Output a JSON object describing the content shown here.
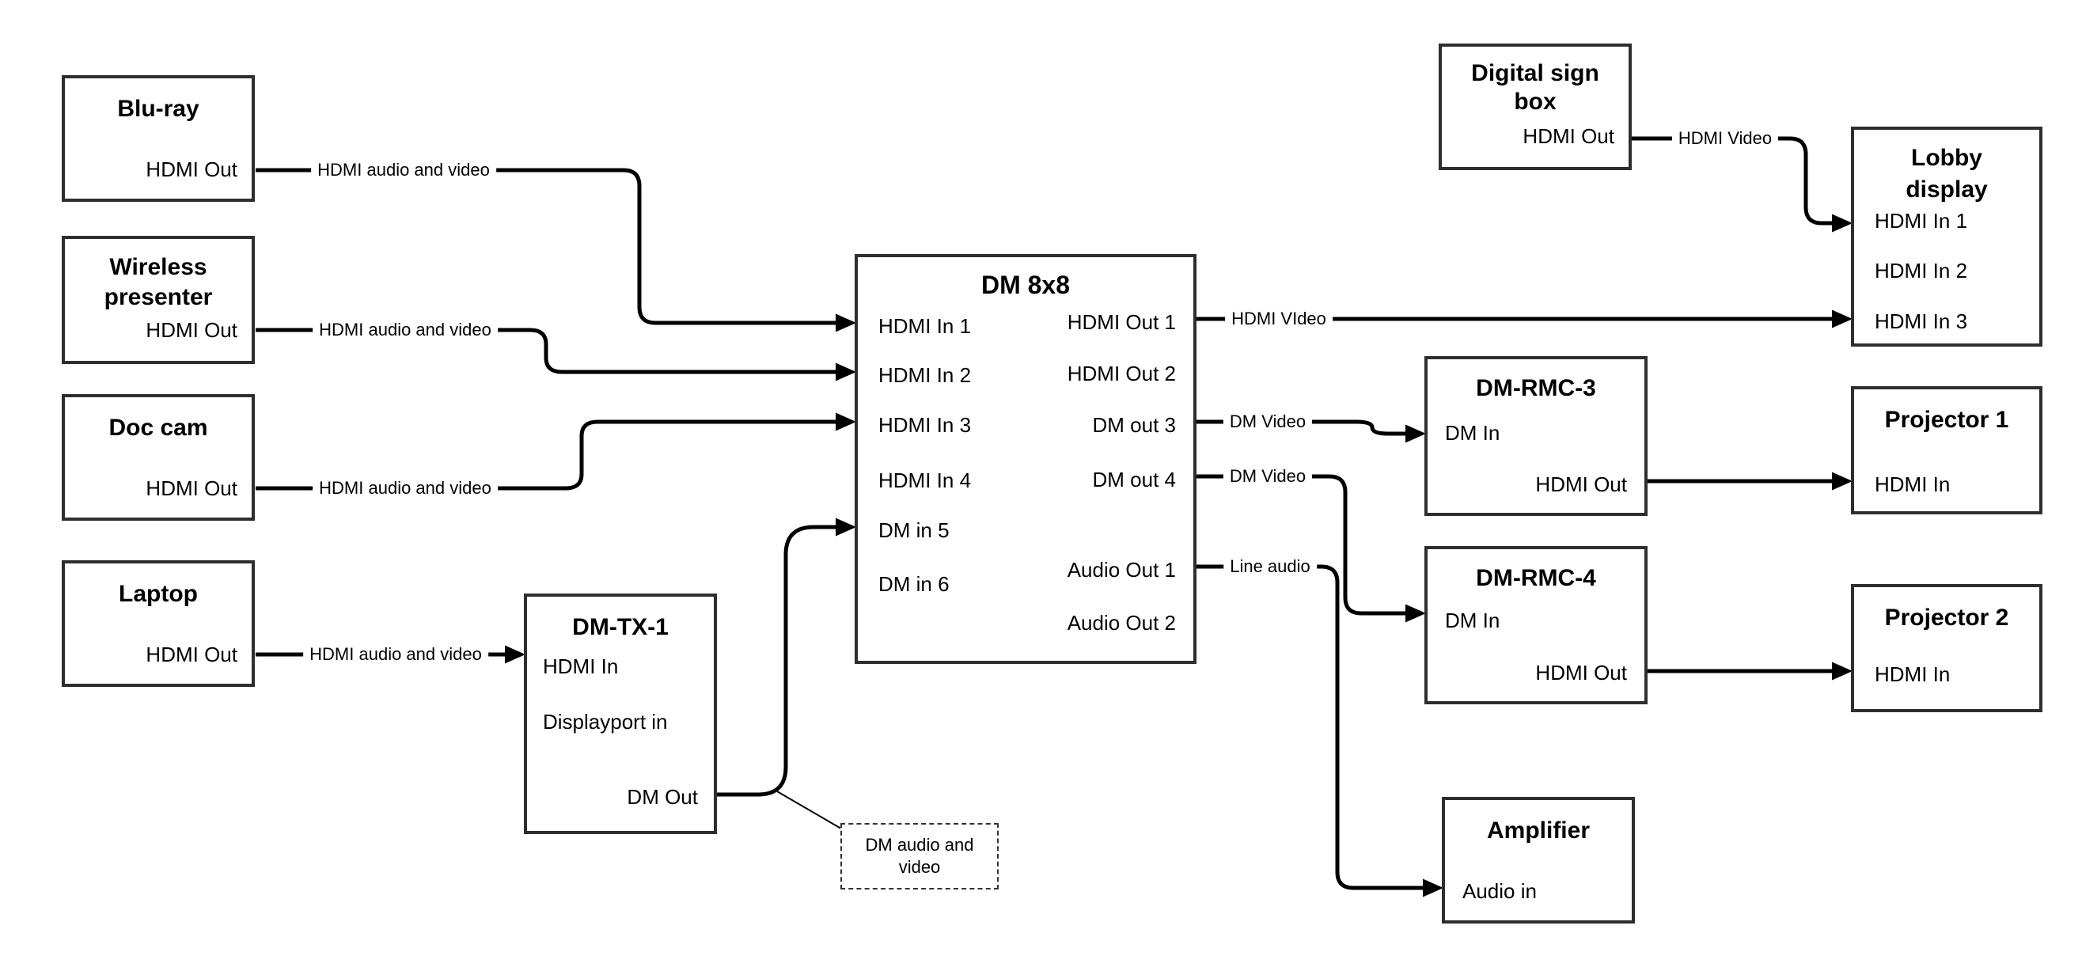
{
  "canvas": {
    "background": "#ffffff",
    "line_color": "#000000",
    "box_border_color": "#2e2e2e"
  },
  "devices": {
    "blu_ray": {
      "title": "Blu-ray",
      "hdmi_out": "HDMI Out"
    },
    "wireless_presenter": {
      "title": "Wireless\npresenter",
      "hdmi_out": "HDMI Out"
    },
    "doc_cam": {
      "title": "Doc cam",
      "hdmi_out": "HDMI Out"
    },
    "laptop": {
      "title": "Laptop",
      "hdmi_out": "HDMI Out"
    },
    "dm_tx_1": {
      "title": "DM-TX-1",
      "hdmi_in": "HDMI In",
      "displayport_in": "Displayport in",
      "dm_out": "DM Out"
    },
    "dm_8x8": {
      "title": "DM 8x8",
      "in_1": "HDMI In 1",
      "in_2": "HDMI In 2",
      "in_3": "HDMI In 3",
      "in_4": "HDMI In 4",
      "in_5": "DM in 5",
      "in_6": "DM in 6",
      "out_1": "HDMI Out 1",
      "out_2": "HDMI Out 2",
      "out_3": "DM out 3",
      "out_4": "DM out 4",
      "out_5": "Audio Out 1",
      "out_6": "Audio Out 2"
    },
    "digital_sign_box": {
      "title": "Digital sign\nbox",
      "hdmi_out": "HDMI Out"
    },
    "lobby_display": {
      "title": "Lobby\ndisplay",
      "in_1": "HDMI In 1",
      "in_2": "HDMI In 2",
      "in_3": "HDMI In 3"
    },
    "dm_rmc_3": {
      "title": "DM-RMC-3",
      "dm_in": "DM In",
      "hdmi_out": "HDMI Out"
    },
    "dm_rmc_4": {
      "title": "DM-RMC-4",
      "dm_in": "DM In",
      "hdmi_out": "HDMI Out"
    },
    "projector_1": {
      "title": "Projector 1",
      "hdmi_in": "HDMI In"
    },
    "projector_2": {
      "title": "Projector 2",
      "hdmi_in": "HDMI In"
    },
    "amplifier": {
      "title": "Amplifier",
      "audio_in": "Audio in"
    }
  },
  "wire_labels": {
    "blu_ray_to_dm": "HDMI audio and video",
    "wireless_to_dm": "HDMI audio and video",
    "doc_cam_to_dm": "HDMI audio and video",
    "laptop_to_tx": "HDMI audio and video",
    "hdmi_out_1": "HDMI VIdeo",
    "digital_sign": "HDMI Video",
    "dm_out_3": "DM Video",
    "dm_out_4": "DM Video",
    "audio_out_1": "Line audio"
  },
  "annotation": {
    "text": "DM audio and video"
  }
}
